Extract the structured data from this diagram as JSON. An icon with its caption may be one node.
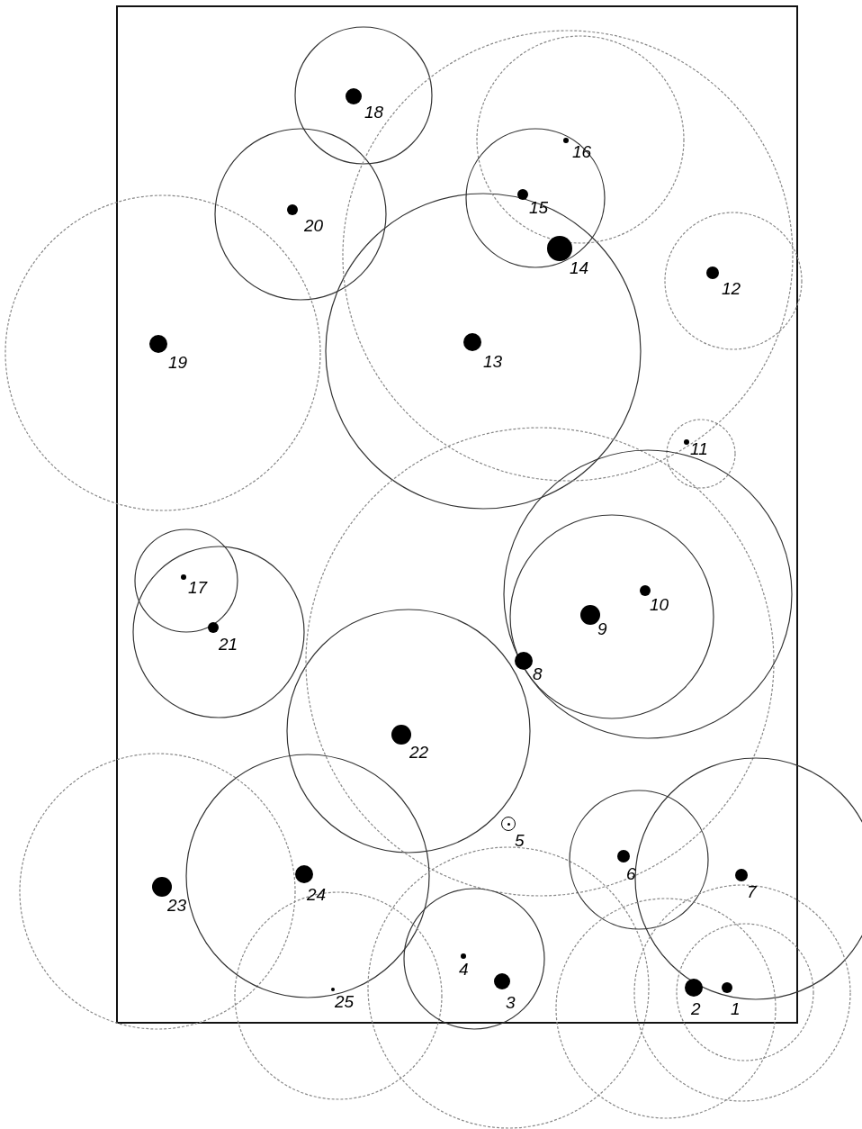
{
  "diagram": {
    "nodes": [
      {
        "text": [],
        "shape": "circle",
        "beside": [
          "1"
        ]
      },
      {
        "text": [],
        "shape": "circle",
        "beside": [
          "2"
        ]
      },
      {
        "text": [],
        "shape": "circle",
        "beside": [
          "3"
        ]
      },
      {
        "text": [],
        "shape": "circle",
        "beside": [
          "4"
        ]
      },
      {
        "text": [],
        "shape": "circle",
        "beside": [
          "5"
        ]
      },
      {
        "text": [],
        "shape": "circle",
        "beside": [
          "6"
        ]
      },
      {
        "text": [],
        "shape": "circle",
        "beside": [
          "7"
        ]
      },
      {
        "text": [],
        "shape": "circle",
        "beside": [
          "8"
        ]
      },
      {
        "text": [],
        "shape": "circle",
        "beside": [
          "9"
        ]
      },
      {
        "text": [],
        "shape": "circle",
        "beside": [
          "10"
        ]
      },
      {
        "text": [],
        "shape": "circle",
        "beside": [
          "11"
        ]
      },
      {
        "text": [],
        "shape": "circle",
        "beside": [
          "12"
        ]
      },
      {
        "text": [],
        "shape": "circle",
        "beside": [
          "13"
        ]
      },
      {
        "text": [],
        "shape": "circle",
        "beside": [
          "14"
        ]
      },
      {
        "text": [],
        "shape": "circle",
        "beside": [
          "15"
        ]
      },
      {
        "text": [],
        "shape": "circle",
        "beside": [
          "16"
        ]
      },
      {
        "text": [],
        "shape": "circle",
        "beside": [
          "17"
        ]
      },
      {
        "text": [],
        "shape": "circle",
        "beside": [
          "18"
        ]
      },
      {
        "text": [],
        "shape": "circle",
        "beside": [
          "19"
        ]
      },
      {
        "text": [],
        "shape": "circle",
        "beside": [
          "20"
        ]
      },
      {
        "text": [],
        "shape": "circle",
        "beside": [
          "21"
        ]
      },
      {
        "text": [],
        "shape": "circle",
        "beside": [
          "22"
        ]
      },
      {
        "text": [],
        "shape": "circle",
        "beside": [
          "23"
        ]
      },
      {
        "text": [],
        "shape": "circle",
        "beside": [
          "24"
        ]
      },
      {
        "text": [],
        "shape": "circle",
        "beside": [
          "25"
        ]
      }
    ]
  }
}
